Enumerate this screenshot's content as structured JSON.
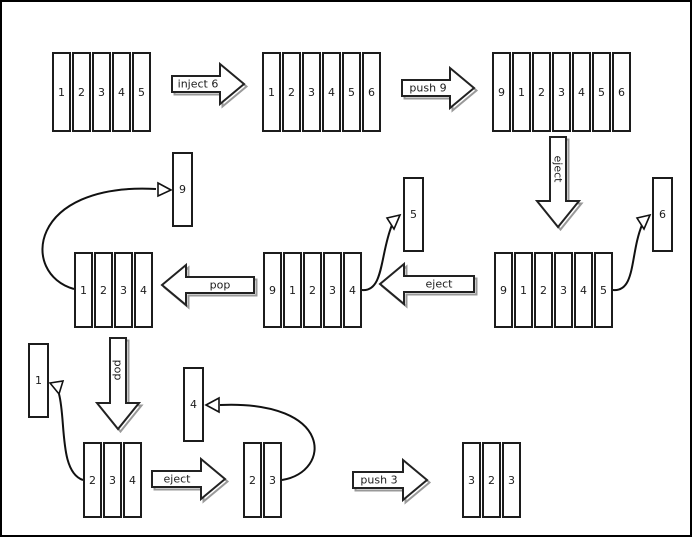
{
  "diagram": {
    "kind": "deque-operations-flow",
    "colors": {
      "line": "#222222",
      "shadow": "#999999",
      "background": "#ffffff"
    }
  },
  "deques": {
    "initial": {
      "cells": [
        "1",
        "2",
        "3",
        "4",
        "5"
      ]
    },
    "after_inject_6": {
      "cells": [
        "1",
        "2",
        "3",
        "4",
        "5",
        "6"
      ]
    },
    "after_push_9": {
      "cells": [
        "9",
        "1",
        "2",
        "3",
        "4",
        "5",
        "6"
      ]
    },
    "after_eject_6": {
      "cells": [
        "9",
        "1",
        "2",
        "3",
        "4",
        "5"
      ]
    },
    "after_eject_5": {
      "cells": [
        "9",
        "1",
        "2",
        "3",
        "4"
      ]
    },
    "after_pop_9": {
      "cells": [
        "1",
        "2",
        "3",
        "4"
      ]
    },
    "after_pop_1": {
      "cells": [
        "2",
        "3",
        "4"
      ]
    },
    "after_eject_4": {
      "cells": [
        "2",
        "3"
      ]
    },
    "after_push_3": {
      "cells": [
        "3",
        "2",
        "3"
      ]
    }
  },
  "removed": {
    "nine": "9",
    "five": "5",
    "six": "6",
    "one": "1",
    "four": "4"
  },
  "arrows": {
    "inject6": {
      "label": "inject 6"
    },
    "push9": {
      "label": "push 9"
    },
    "eject_top": {
      "label": "eject"
    },
    "eject_mid": {
      "label": "eject"
    },
    "pop_mid": {
      "label": "pop"
    },
    "pop_down": {
      "label": "pop"
    },
    "eject_bottom": {
      "label": "eject"
    },
    "push3": {
      "label": "push 3"
    }
  }
}
